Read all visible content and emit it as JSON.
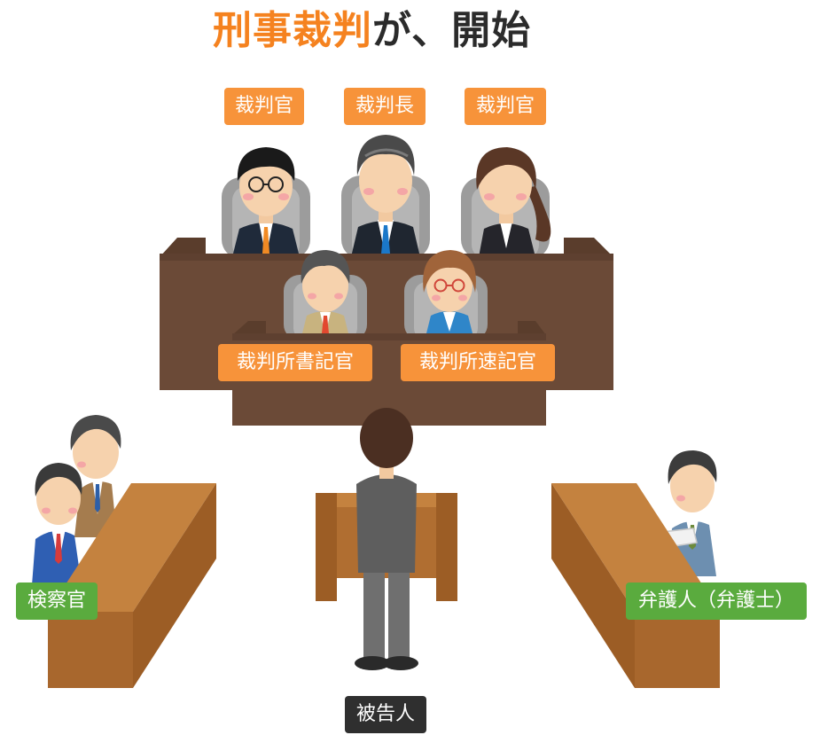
{
  "title": {
    "accent": "刑事裁判",
    "rest": "が、開始"
  },
  "labels": {
    "judge_left": "裁判官",
    "chief_judge": "裁判長",
    "judge_right": "裁判官",
    "court_clerk": "裁判所書記官",
    "court_stenographer": "裁判所速記官",
    "prosecutor": "検察官",
    "defense_lawyer": "弁護人（弁護士）",
    "defendant": "被告人"
  },
  "colors": {
    "accent": "#f5821f",
    "role_tag": "#f7933a",
    "party_tag": "#5aab3e",
    "defendant_tag": "#2f2f2f",
    "bench_wood": "#6b4a37",
    "desk_wood": "#a8672d"
  }
}
